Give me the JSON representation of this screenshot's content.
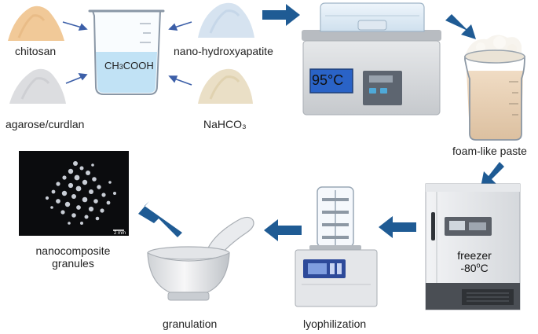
{
  "diagram": {
    "ingredients": {
      "chitosan": "chitosan",
      "agarose": "agarose/curdlan",
      "nha": "nano-hydroxyapatite",
      "nahco3": "NaHCO₃"
    },
    "solvent": {
      "prefix": "CH",
      "sub1": "3",
      "mid": "COOH"
    },
    "water_bath": {
      "temperature": "95°C"
    },
    "steps": {
      "paste": "foam-like paste",
      "freezer_line1": "freezer",
      "freezer_line2_a": "-80",
      "freezer_line2_sup": "o",
      "freezer_line2_b": "C",
      "lyophilization": "lyophilization",
      "granulation": "granulation",
      "product_line1": "nanocomposite",
      "product_line2": "granules"
    },
    "scale_bar": "2 mm",
    "colors": {
      "arrow_main": "#1f5b94",
      "arrow_small": "#3c5fa8",
      "liquid": "#a9d7f2",
      "display": "#2a63c7"
    }
  }
}
